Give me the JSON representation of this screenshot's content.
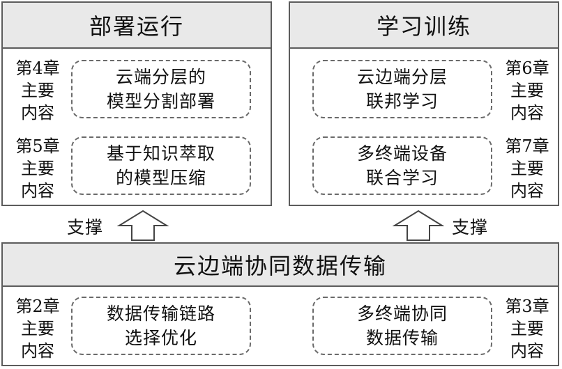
{
  "deploy": {
    "title": "部署运行",
    "items": [
      {
        "chapter": [
          "第4章",
          "主要",
          "内容"
        ],
        "lines": [
          "云端分层的",
          "模型分割部署"
        ]
      },
      {
        "chapter": [
          "第5章",
          "主要",
          "内容"
        ],
        "lines": [
          "基于知识萃取",
          "的模型压缩"
        ]
      }
    ]
  },
  "train": {
    "title": "学习训练",
    "items": [
      {
        "chapter": [
          "第6章",
          "主要",
          "内容"
        ],
        "lines": [
          "云边端分层",
          "联邦学习"
        ]
      },
      {
        "chapter": [
          "第7章",
          "主要",
          "内容"
        ],
        "lines": [
          "多终端设备",
          "联合学习"
        ]
      }
    ]
  },
  "support": {
    "left": "支撑",
    "right": "支撑"
  },
  "transfer": {
    "title": "云边端协同数据传输",
    "items": [
      {
        "chapter": [
          "第2章",
          "主要",
          "内容"
        ],
        "lines": [
          "数据传输链路",
          "选择优化"
        ]
      },
      {
        "chapter": [
          "第3章",
          "主要",
          "内容"
        ],
        "lines": [
          "多终端协同",
          "数据传输"
        ]
      }
    ]
  }
}
